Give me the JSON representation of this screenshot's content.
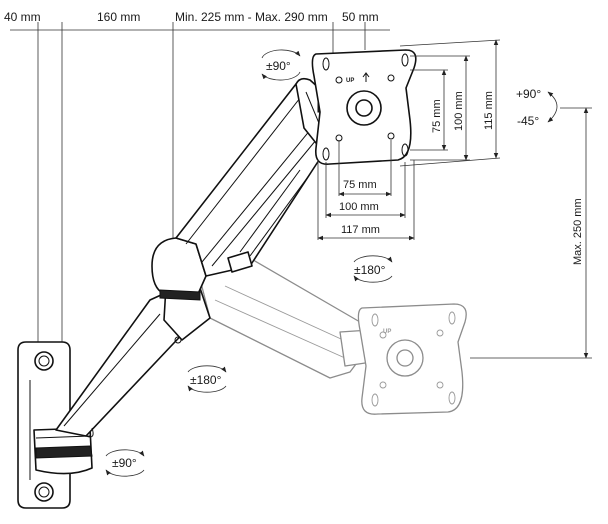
{
  "dimensions": {
    "wall_offset": "40 mm",
    "arm_segment_1": "160 mm",
    "arm_segment_2": "Min. 225 mm - Max. 290 mm",
    "head_depth": "50 mm",
    "vesa_75_horizontal": "75 mm",
    "vesa_100_horizontal": "100 mm",
    "plate_width": "117 mm",
    "vesa_75_vertical": "75 mm",
    "vesa_100_vertical": "100 mm",
    "plate_height": "115 mm",
    "height_range": "Max. 250 mm"
  },
  "rotations": {
    "head_swivel": "±90°",
    "tilt_up": "+90°",
    "tilt_down": "-45°",
    "plate_rotation": "±180°",
    "elbow_rotation": "±180°",
    "base_swivel": "±90°"
  },
  "plate_marking": "UP"
}
